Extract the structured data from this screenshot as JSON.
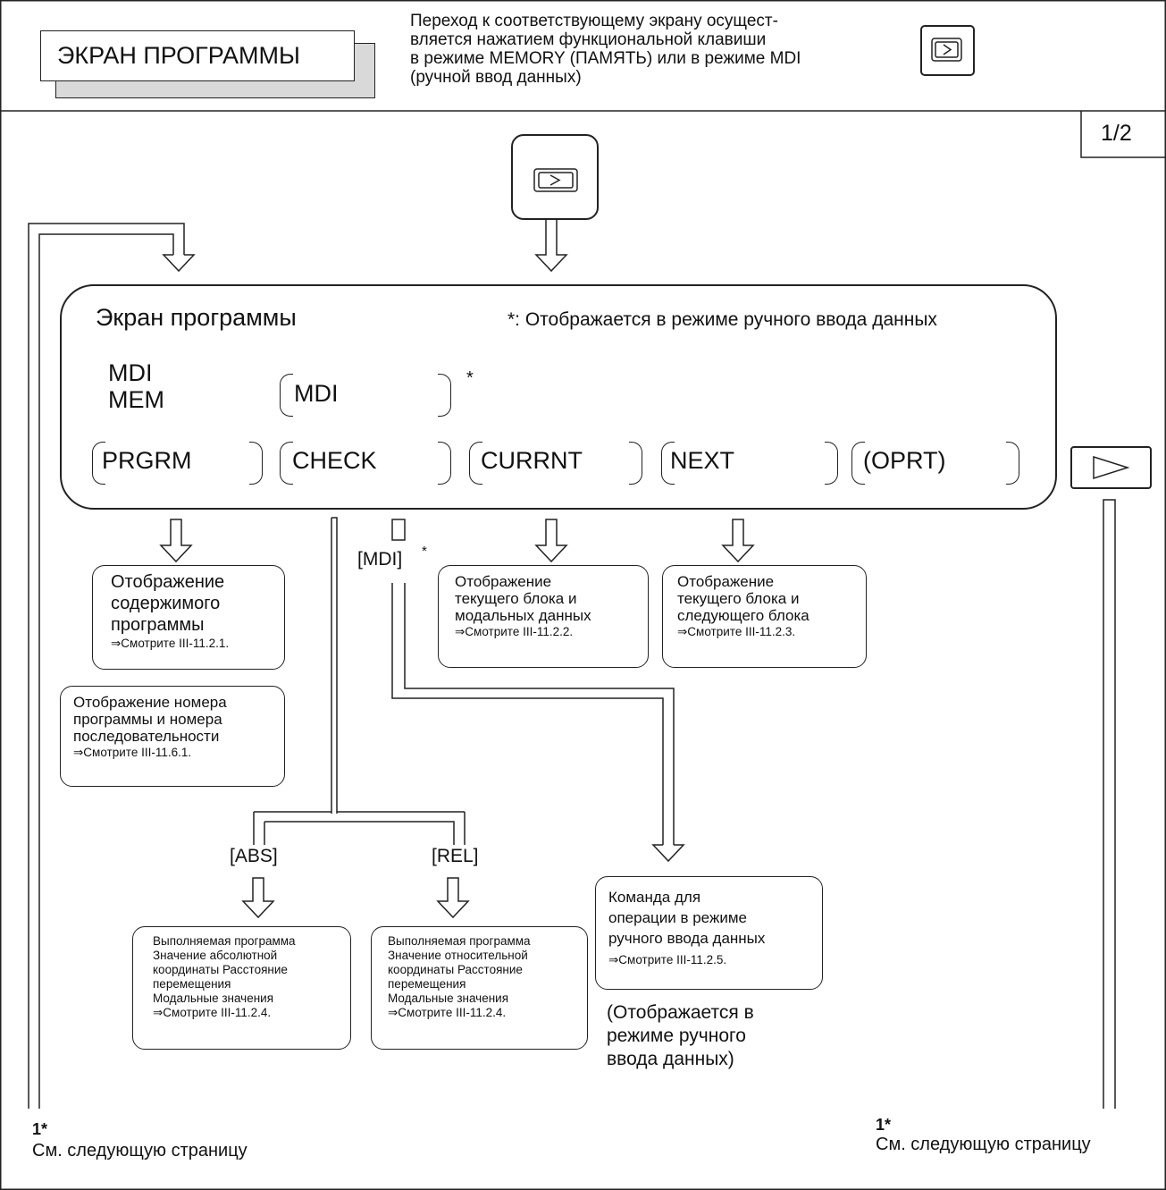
{
  "header": {
    "title": "ЭКРАН ПРОГРАММЫ",
    "intro_lines": [
      "Переход к соответствующему экрану осущест-",
      "вляется нажатием функциональной клавиши",
      "в режиме MEMORY (ПАМЯТЬ) или в режиме MDI",
      "(ручной ввод данных)"
    ],
    "function_key_icon": "prog-key-icon"
  },
  "page_number": "1/2",
  "main_screen": {
    "title": "Экран программы",
    "note": "*: Отображается в режиме ручного ввода данных",
    "modes": [
      "MDI",
      "MEM"
    ],
    "mdi_softkey": "MDI",
    "mdi_asterisk": "*",
    "softkeys": [
      "PRGRM",
      "CHECK",
      "CURRNT",
      "NEXT",
      "(OPRT)"
    ]
  },
  "next_key_icon": "triangle-right-icon",
  "boxes": {
    "prgrm": {
      "lines": [
        "Отображение",
        "содержимого",
        "программы"
      ],
      "ref": "⇒Смотрите III-11.2.1."
    },
    "number": {
      "lines": [
        "Отображение номера",
        "программы и номера",
        "последовательности"
      ],
      "ref": "⇒Смотрите III-11.6.1."
    },
    "currnt": {
      "lines": [
        "Отображение",
        "текущего блока и",
        "модальных данных"
      ],
      "ref": "⇒Смотрите III-11.2.2."
    },
    "next": {
      "lines": [
        "Отображение",
        "текущего блока и",
        "следующего блока"
      ],
      "ref": "⇒Смотрите III-11.2.3."
    },
    "abs": {
      "lines": [
        "Выполняемая программа",
        "Значение абсолютной",
        "координаты Расстояние",
        "перемещения",
        "Модальные значения"
      ],
      "ref": "⇒Смотрите III-11.2.4."
    },
    "rel": {
      "lines": [
        "Выполняемая программа",
        "Значение относительной",
        "координаты Расстояние",
        "перемещения",
        "Модальные значения"
      ],
      "ref": "⇒Смотрите III-11.2.4."
    },
    "mdi": {
      "lines": [
        "Команда для",
        "операции в режиме",
        "ручного ввода данных"
      ],
      "ref": "⇒Смотрите III-11.2.5."
    }
  },
  "labels": {
    "mdi_sub": "[MDI]",
    "mdi_sub_asterisk": "*",
    "abs": "[ABS]",
    "rel": "[REL]",
    "mdi_note": [
      "(Отображается в",
      "режиме ручного",
      "ввода данных)"
    ]
  },
  "footer": {
    "left_mark": "1*",
    "left_text": "См. следующую страницу",
    "right_mark": "1*",
    "right_text": "См. следующую страницу"
  }
}
